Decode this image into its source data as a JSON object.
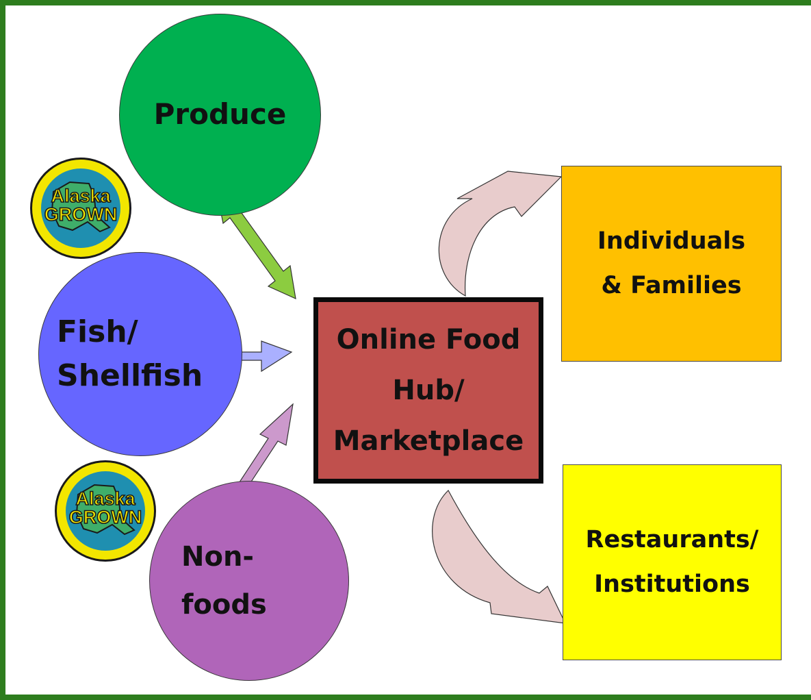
{
  "nodes": {
    "produce": {
      "label": "Produce",
      "color": "#00b050"
    },
    "fish": {
      "line1": "Fish/",
      "line2": "Shellfish",
      "color": "#6666ff"
    },
    "nonfoods": {
      "line1": "Non-",
      "line2": "foods",
      "color": "#b065b9"
    },
    "hub": {
      "line1": "Online Food",
      "line2": "Hub/",
      "line3": "Marketplace",
      "color": "#c0504d"
    },
    "individuals": {
      "line1": "Individuals",
      "line2": "& Families",
      "color": "#ffc000"
    },
    "restaurants": {
      "line1": "Restaurants/",
      "line2": "Institutions",
      "color": "#ffff00"
    }
  },
  "badges": [
    {
      "line1": "Alaska",
      "line2": "GROWN"
    },
    {
      "line1": "Alaska",
      "line2": "GROWN"
    }
  ],
  "colors": {
    "border": "#2e7d1e",
    "arrow_produce": "#8ccc40",
    "arrow_fish": "#aab0ff",
    "arrow_nonfoods": "#cc99cc",
    "curved_arrow": "#e8cccc"
  }
}
